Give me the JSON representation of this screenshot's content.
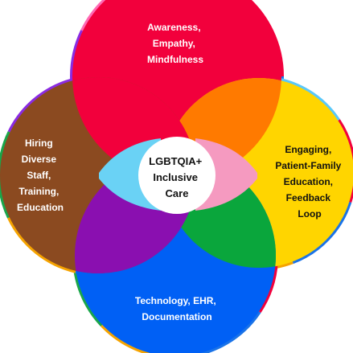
{
  "diagram": {
    "center": {
      "lines": [
        "LGBTQIA+",
        "Inclusive",
        "Care"
      ]
    },
    "circles": {
      "top": {
        "lines": [
          "Awareness,",
          "Empathy,",
          "Mindfulness"
        ],
        "color": "#f2003c"
      },
      "right": {
        "lines": [
          "Engaging,",
          "Patient-Family",
          "Education,",
          "Feedback",
          "Loop"
        ],
        "color": "#ffd500"
      },
      "bottom": {
        "lines": [
          "Technology, EHR,",
          "Documentation"
        ],
        "color": "#0060f5"
      },
      "left": {
        "lines": [
          "Hiring",
          "Diverse",
          "Staff,",
          "Training,",
          "Education"
        ],
        "color": "#8b4a20"
      }
    },
    "overlap_colors": {
      "top_right": "#ff7a00",
      "right_bottom": "#0aa63c",
      "bottom_left": "#8a0fb0",
      "left_top": "#f2003c",
      "core": "#2a1515",
      "center_left": "#6ad2f5",
      "center_right": "#f59ac0"
    },
    "rim_colors": [
      "#1a73e8",
      "#f5a300",
      "#1aa64a",
      "#8a2be2",
      "#ff69b4",
      "#5ac8fa",
      "#f2003c"
    ]
  }
}
